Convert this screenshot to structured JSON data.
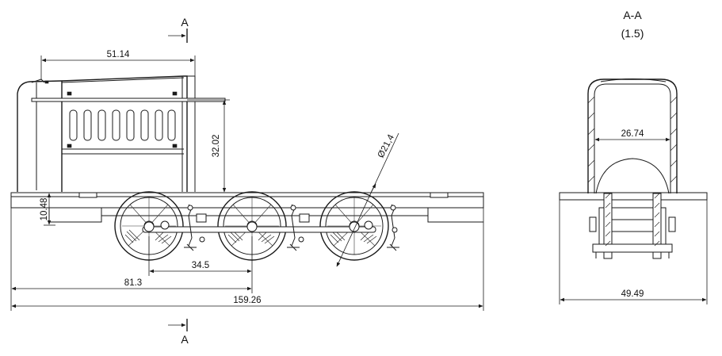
{
  "section_marker": {
    "top_letter": "A",
    "bottom_letter": "A"
  },
  "section_view": {
    "title": "A-A",
    "scale": "(1.5)"
  },
  "dimensions": {
    "cab_length": "51.14",
    "cab_height": "32.02",
    "buffer_height": "10.48",
    "wheel_diameter": "Ø21,4",
    "wheelbase": "34.5",
    "axle_offset": "81.3",
    "overall_length": "159.26",
    "section_cab_width": "26.74",
    "section_overall_width": "49.49"
  },
  "icons": {
    "arrow": "section-arrow-icon"
  }
}
